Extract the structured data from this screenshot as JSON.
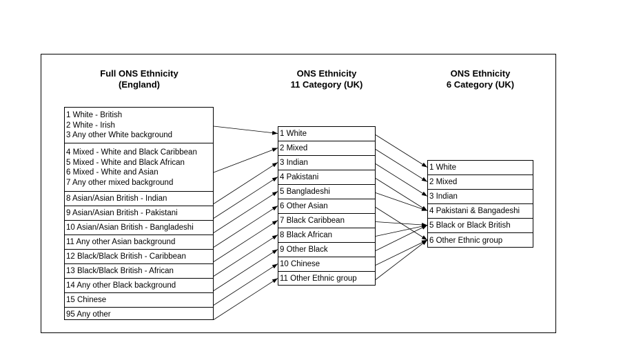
{
  "columns": [
    {
      "title_lines": [
        "Full ONS Ethnicity",
        "(England)"
      ],
      "groups": [
        [
          "1  White - British",
          "2  White - Irish",
          "3  Any other White background"
        ],
        [
          "4  Mixed - White and Black Caribbean",
          "5  Mixed - White and Black African",
          "6  Mixed - White and Asian",
          "7  Any other mixed background"
        ],
        [
          "8  Asian/Asian British - Indian"
        ],
        [
          "9  Asian/Asian British - Pakistani"
        ],
        [
          "10 Asian/Asian British - Bangladeshi"
        ],
        [
          "11 Any other Asian background"
        ],
        [
          "12 Black/Black British - Caribbean"
        ],
        [
          "13 Black/Black British - African"
        ],
        [
          "14 Any other Black background"
        ],
        [
          "15 Chinese"
        ],
        [
          "95 Any other"
        ]
      ]
    },
    {
      "title_lines": [
        "ONS Ethnicity",
        "11 Category (UK)"
      ],
      "groups": [
        [
          "1  White"
        ],
        [
          "2  Mixed"
        ],
        [
          "3  Indian"
        ],
        [
          "4  Pakistani"
        ],
        [
          "5 Bangladeshi"
        ],
        [
          "6 Other Asian"
        ],
        [
          "7 Black Caribbean"
        ],
        [
          "8 Black African"
        ],
        [
          "9 Other Black"
        ],
        [
          "10 Chinese"
        ],
        [
          "11 Other Ethnic group"
        ]
      ]
    },
    {
      "title_lines": [
        "ONS Ethnicity",
        "6 Category (UK)"
      ],
      "groups": [
        [
          "1  White"
        ],
        [
          "2  Mixed"
        ],
        [
          "3  Indian"
        ],
        [
          "4  Pakistani & Bangadeshi"
        ],
        [
          "5 Black or Black British"
        ],
        [
          "6 Other Ethnic group"
        ]
      ]
    }
  ],
  "mappings": {
    "full_to_11": [
      0,
      1,
      2,
      3,
      4,
      5,
      6,
      7,
      8,
      9,
      10
    ],
    "eleven_to_6": [
      0,
      1,
      2,
      3,
      3,
      5,
      4,
      4,
      4,
      5,
      5
    ]
  }
}
